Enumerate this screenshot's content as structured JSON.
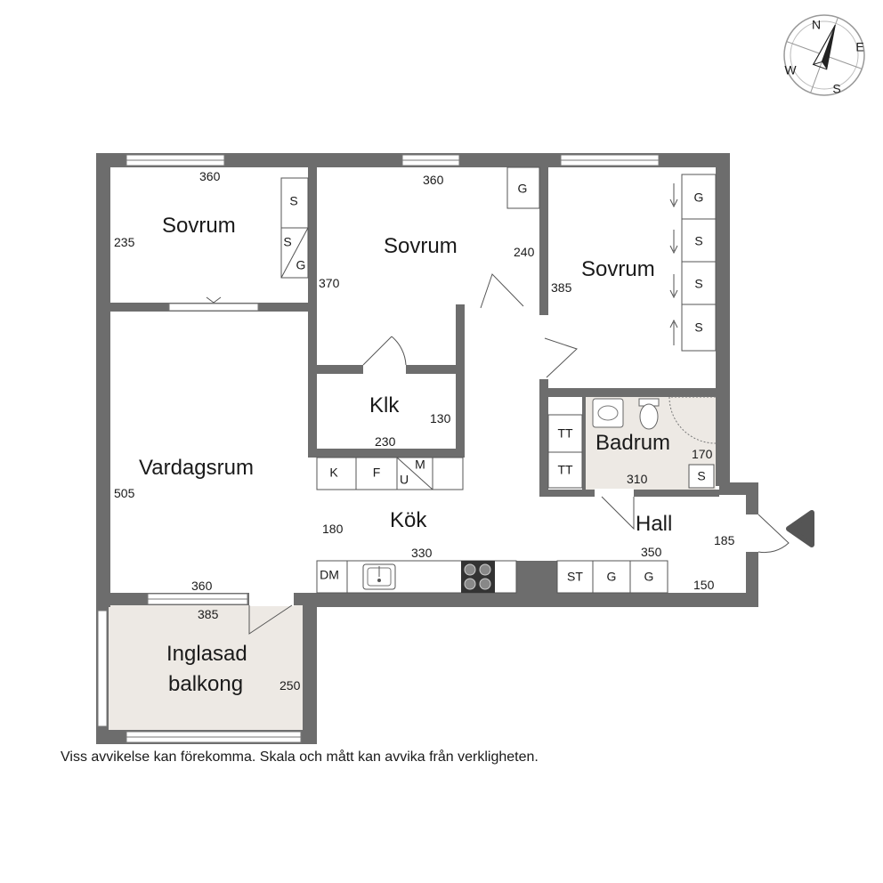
{
  "rooms": {
    "sovrum_1": "Sovrum",
    "sovrum_2": "Sovrum",
    "sovrum_3": "Sovrum",
    "klk": "Klk",
    "vardagsrum": "Vardagsrum",
    "kok": "Kök",
    "badrum": "Badrum",
    "hall": "Hall",
    "balkong_line1": "Inglasad",
    "balkong_line2": "balkong"
  },
  "dimensions": {
    "sovrum1_width": "360",
    "sovrum1_depth": "235",
    "sovrum2_width": "360",
    "sovrum2_depth": "370",
    "sovrum2_side": "240",
    "sovrum3_depth": "385",
    "klk_width": "230",
    "klk_depth": "130",
    "vardagsrum_depth": "505",
    "vardagsrum_width": "360",
    "kok_depth": "180",
    "kok_width": "330",
    "badrum_width": "310",
    "badrum_depth": "170",
    "hall_width": "350",
    "hall_depth": "185",
    "hall_bottom": "150",
    "balkong_width": "385",
    "balkong_depth": "250"
  },
  "fixtures": {
    "s": "S",
    "g": "G",
    "k": "K",
    "f": "F",
    "m": "M",
    "u": "U",
    "dm": "DM",
    "tt": "TT",
    "st": "ST"
  },
  "compass": {
    "n": "N",
    "e": "E",
    "s": "S",
    "w": "W"
  },
  "disclaimer": "Viss avvikelse kan förekomma. Skala och mått kan avvika från verkligheten.",
  "colors": {
    "wall": "#6d6d6d",
    "wet_area": "#ede9e4",
    "background": "#ffffff"
  }
}
